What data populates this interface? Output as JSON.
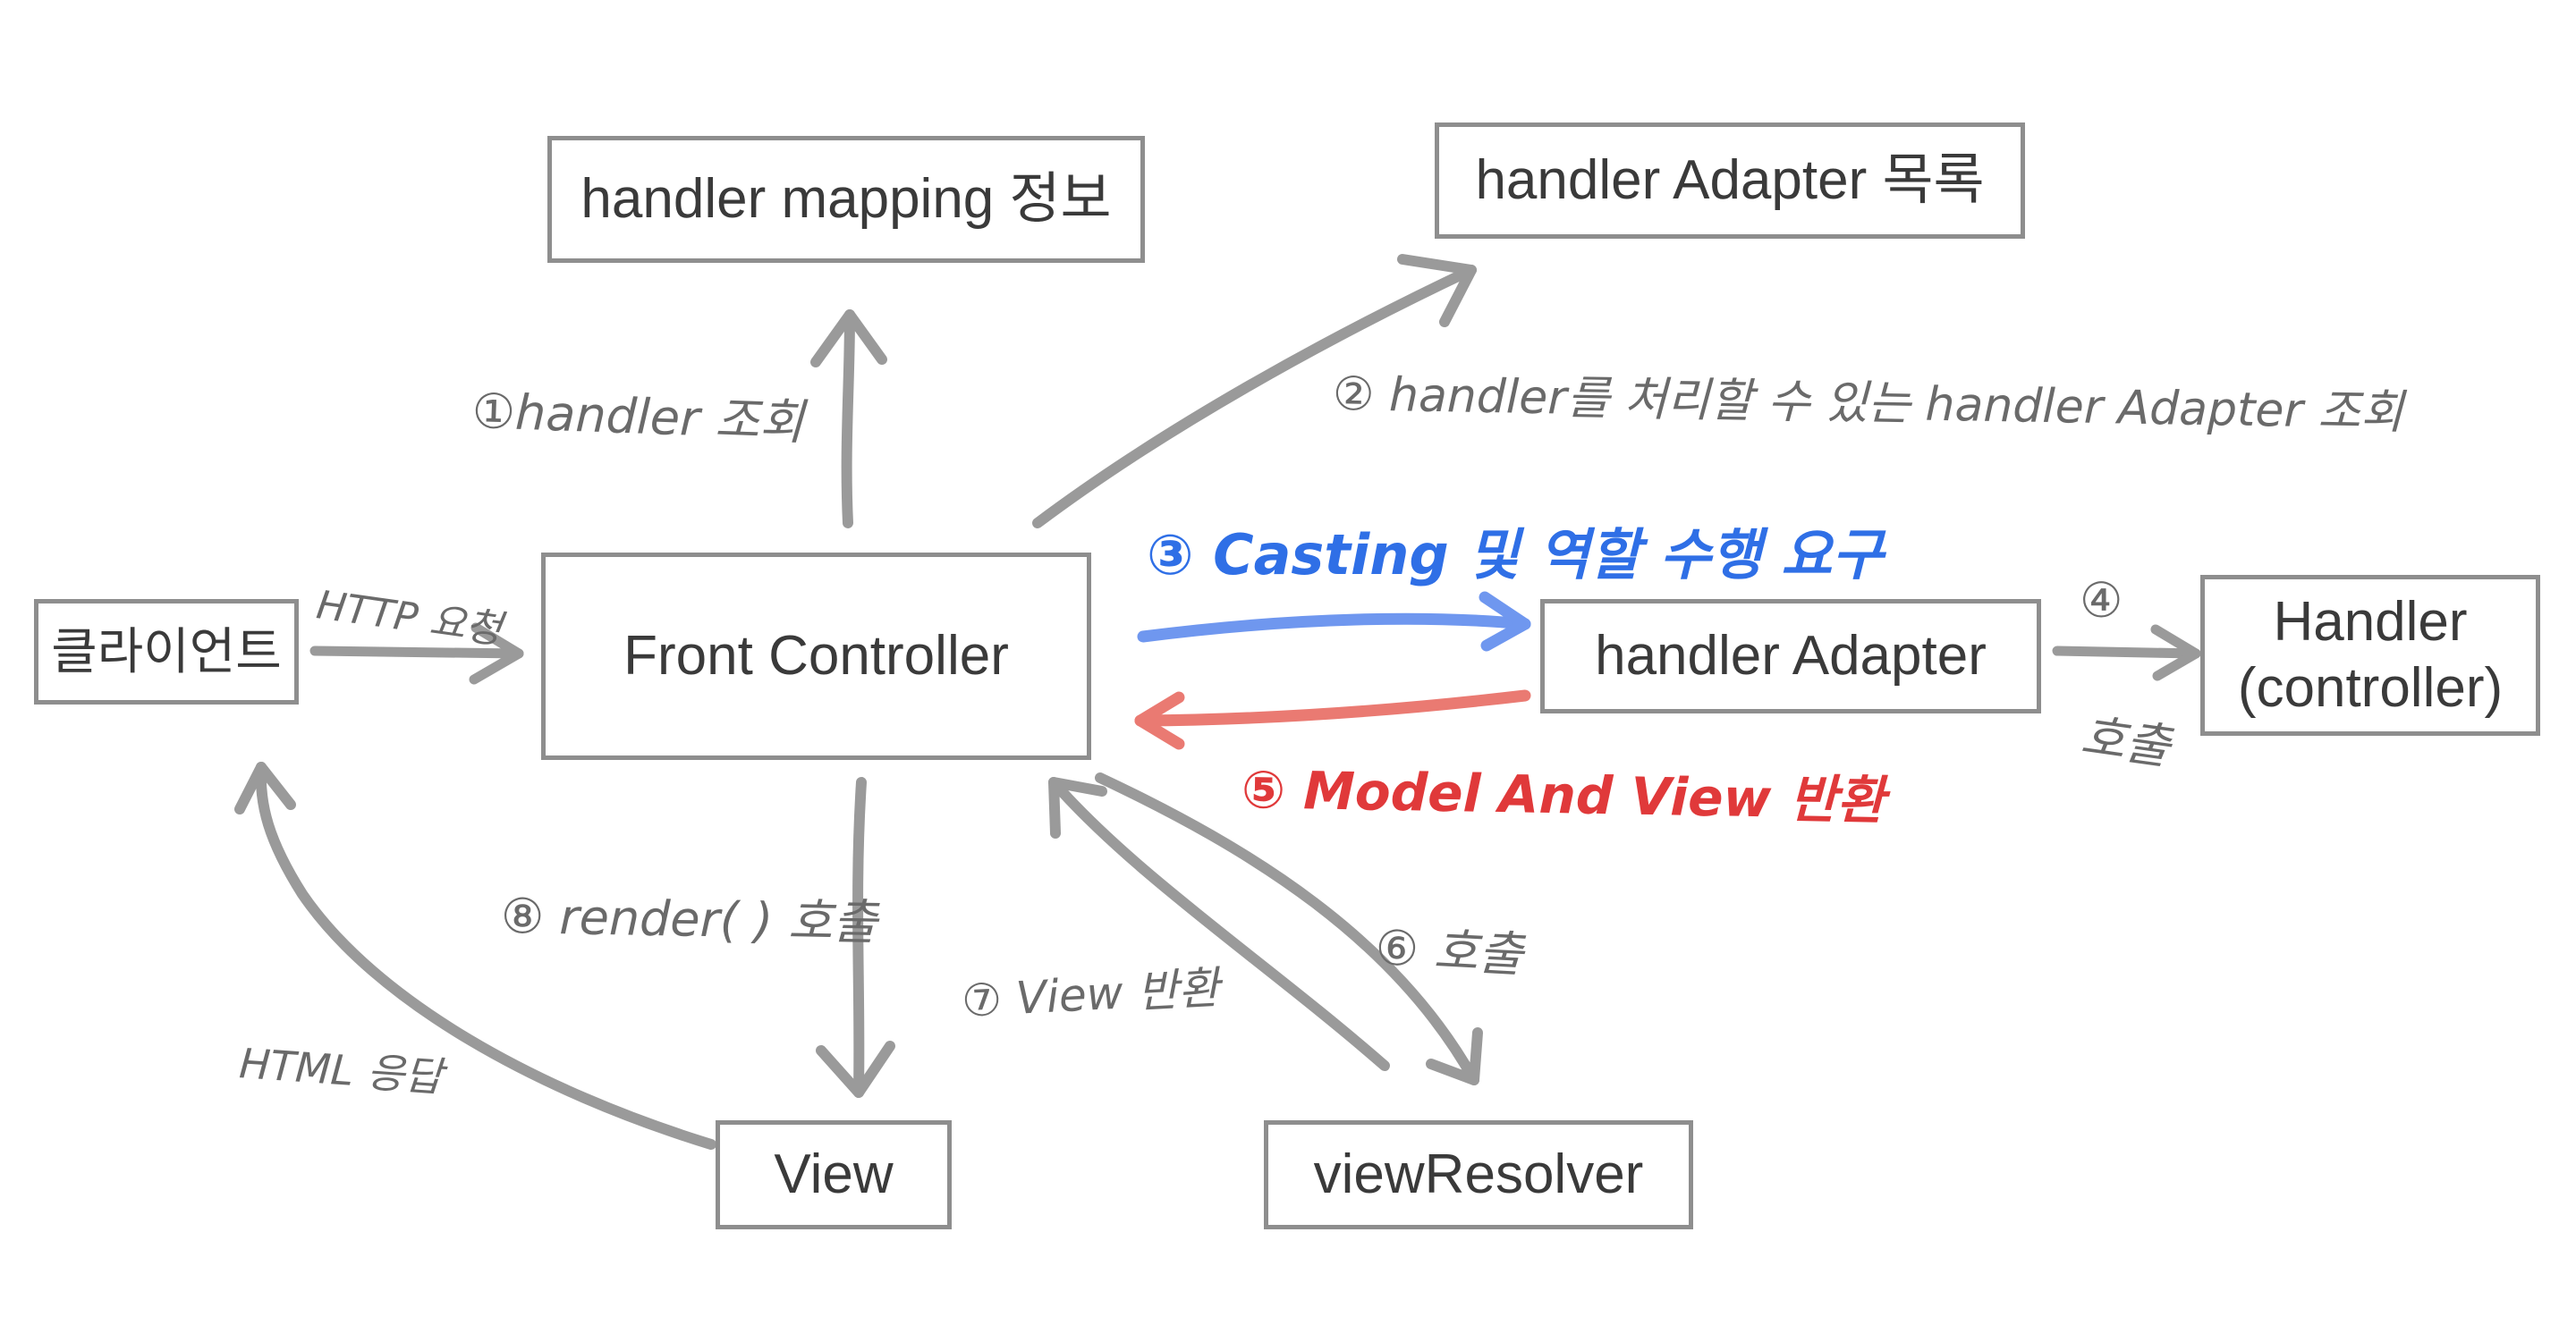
{
  "boxes": {
    "handler_mapping": "handler mapping 정보",
    "handler_adapter_list": "handler Adapter 목록",
    "client": "클라이언트",
    "front_controller": "Front Controller",
    "handler_adapter": "handler Adapter",
    "handler_line1": "Handler",
    "handler_line2": "(controller)",
    "view": "View",
    "view_resolver": "viewResolver"
  },
  "labels": {
    "step1": "①handler 조회",
    "step2": "② handler를 처리할 수 있는 handler Adapter 조회",
    "step3": "③ Casting 및 역할 수행 요구",
    "step4_num": "④",
    "step4_text": "호출",
    "step5": "⑤ Model And View 반환",
    "step6": "⑥ 호출",
    "step7": "⑦ View 반환",
    "step8": "⑧ render( ) 호출",
    "http_request": "HTTP 요청",
    "html_response": "HTML 응답"
  },
  "colors": {
    "box_border": "#8e8e8e",
    "arrow_gray": "#9a9a9a",
    "step3_blue": "#2f6fe6",
    "step3_arrow": "#6f97ef",
    "step5_red": "#e0393a",
    "step5_arrow": "#ea7a72"
  }
}
